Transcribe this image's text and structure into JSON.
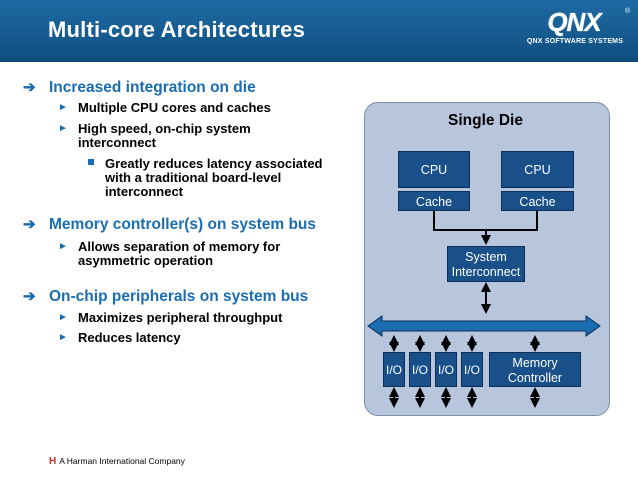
{
  "header": {
    "title": "Multi-core Architectures",
    "logo": {
      "mark": "QNX",
      "registered": "®",
      "subtitle": "QNX SOFTWARE SYSTEMS"
    }
  },
  "bullets": {
    "b1": {
      "text": "Increased integration on die",
      "items": [
        "Multiple CPU cores and caches",
        "High speed, on-chip system",
        "interconnect"
      ],
      "sub": [
        "Greatly reduces latency associated",
        "with a traditional board-level",
        "interconnect"
      ]
    },
    "b2": {
      "text": "Memory controller(s) on system bus",
      "items": [
        "Allows separation of memory for",
        "asymmetric operation"
      ]
    },
    "b3": {
      "text": "On-chip peripherals on system bus",
      "items": [
        "Maximizes peripheral throughput",
        "Reduces latency"
      ]
    },
    "arrow_glyph": "➔",
    "triangle_glyph": "►"
  },
  "diagram": {
    "title": "Single Die",
    "cpu1": "CPU",
    "cache1": "Cache",
    "cpu2": "CPU",
    "cache2": "Cache",
    "interconnect_l1": "System",
    "interconnect_l2": "Interconnect",
    "io": [
      "I/O",
      "I/O",
      "I/O",
      "I/O"
    ],
    "memory_l1": "Memory",
    "memory_l2": "Controller",
    "colors": {
      "die": "#b7c6dd",
      "box": "#19508a",
      "accent": "#1b6db1"
    }
  },
  "footer": {
    "mark": "H",
    "text": "A Harman International Company"
  }
}
